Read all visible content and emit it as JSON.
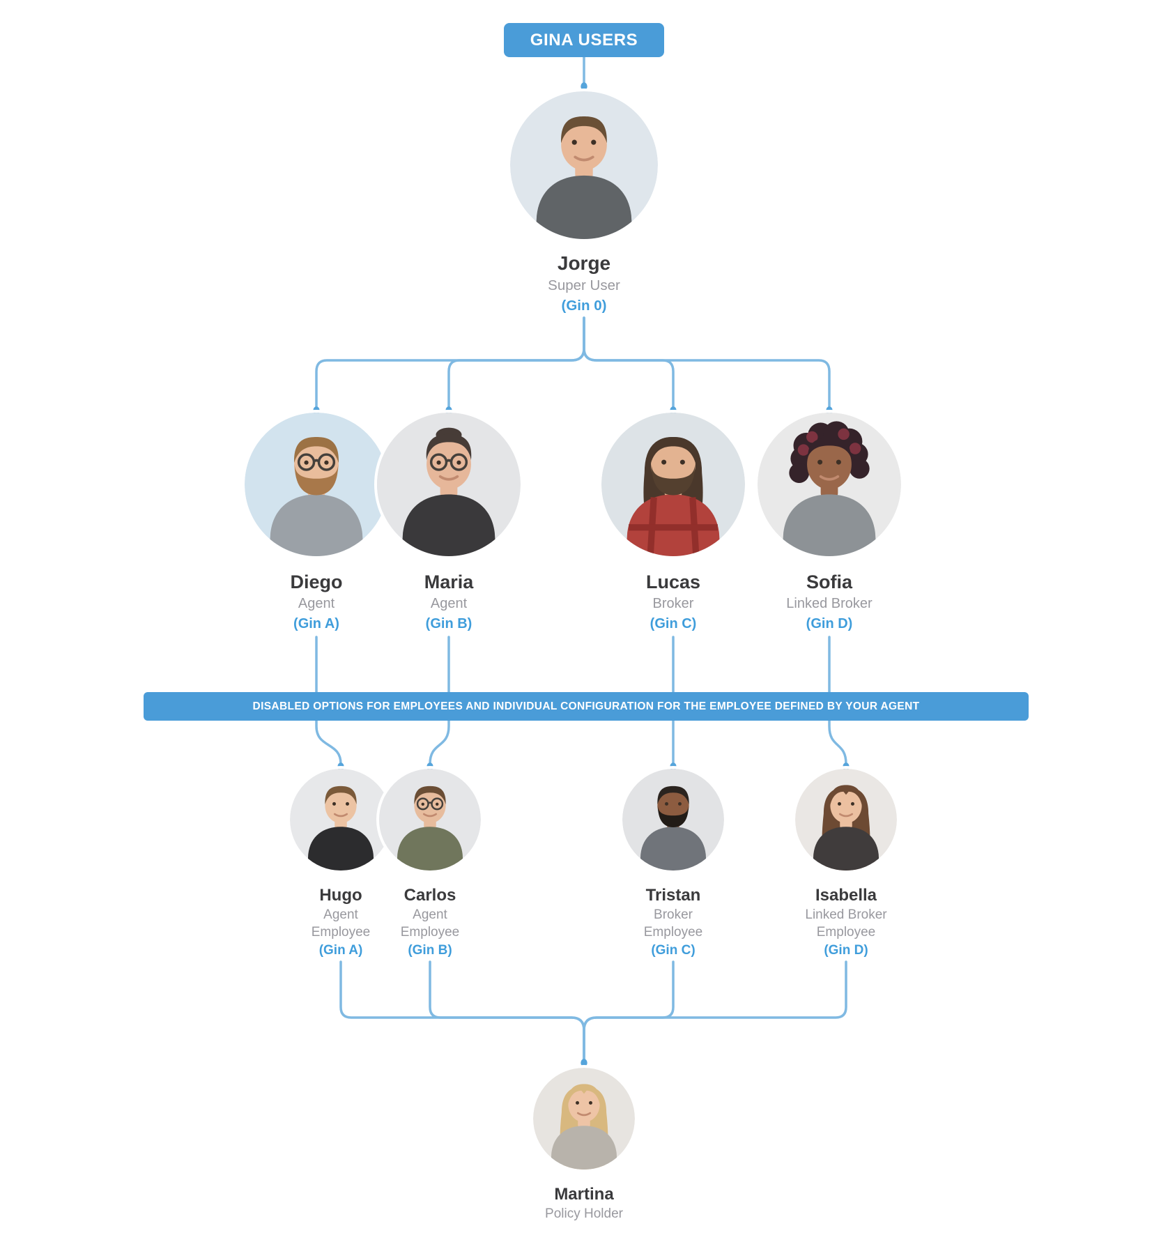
{
  "header": {
    "badge_label": "GINA USERS"
  },
  "banner": {
    "text": "DISABLED OPTIONS FOR EMPLOYEES AND INDIVIDUAL CONFIGURATION FOR THE EMPLOYEE DEFINED BY YOUR AGENT"
  },
  "colors": {
    "accent_blue": "#4a9cd8",
    "line_blue": "#7fb9e2",
    "dot_blue": "#55a4db",
    "gin_text_blue": "#3f9ddb",
    "name_text": "#3a3a3c",
    "role_text": "#98989e"
  },
  "people": {
    "jorge": {
      "name": "Jorge",
      "role": "Super User",
      "gin": "(Gin 0)",
      "avatar": {
        "bg": "#dfe6ec",
        "skin": "#e8b898",
        "hair": "#6a5036",
        "shirt": "#606467",
        "style": "short"
      }
    },
    "diego": {
      "name": "Diego",
      "role": "Agent",
      "gin": "(Gin A)",
      "avatar": {
        "bg": "#d2e3ee",
        "skin": "#e9bd9c",
        "hair": "#9c7244",
        "beard": "#a8784a",
        "glasses": true,
        "shirt": "#9ba1a7",
        "style": "short"
      }
    },
    "maria": {
      "name": "Maria",
      "role": "Agent",
      "gin": "(Gin B)",
      "avatar": {
        "bg": "#e4e5e7",
        "skin": "#e6b79a",
        "hair": "#473c37",
        "glasses": true,
        "shirt": "#3a393b",
        "style": "updo"
      }
    },
    "lucas": {
      "name": "Lucas",
      "role": "Broker",
      "gin": "(Gin C)",
      "avatar": {
        "bg": "#dde3e7",
        "skin": "#e3b391",
        "hair": "#4a382b",
        "beard": "#54402f",
        "shirt": "#b2423c",
        "pattern": "plaid",
        "style": "medium"
      }
    },
    "sofia": {
      "name": "Sofia",
      "role": "Linked Broker",
      "gin": "(Gin D)",
      "avatar": {
        "bg": "#e9e9e9",
        "skin": "#9a674a",
        "hair": "#35232a",
        "tint": "#8a3644",
        "shirt": "#8d9296",
        "style": "curly"
      }
    },
    "hugo": {
      "name": "Hugo",
      "role": "Agent\nEmployee",
      "gin": "(Gin A)",
      "avatar": {
        "bg": "#e7e8ea",
        "skin": "#ecc3a3",
        "hair": "#7b5a3a",
        "shirt": "#2c2c2e",
        "style": "short"
      }
    },
    "carlos": {
      "name": "Carlos",
      "role": "Agent\nEmployee",
      "gin": "(Gin B)",
      "avatar": {
        "bg": "#e5e6e8",
        "skin": "#e7bc9d",
        "hair": "#6b4e35",
        "glasses": true,
        "shirt": "#70765c",
        "style": "short"
      }
    },
    "tristan": {
      "name": "Tristan",
      "role": "Broker\nEmployee",
      "gin": "(Gin C)",
      "avatar": {
        "bg": "#e2e3e5",
        "skin": "#8d5c40",
        "hair": "#2b241f",
        "beard": "#221c17",
        "shirt": "#70747a",
        "style": "short"
      }
    },
    "isabella": {
      "name": "Isabella",
      "role": "Linked Broker\nEmployee",
      "gin": "(Gin D)",
      "avatar": {
        "bg": "#eae7e4",
        "skin": "#ecc0a0",
        "hair": "#6d4a33",
        "shirt": "#403c3c",
        "style": "long"
      }
    },
    "martina": {
      "name": "Martina",
      "role": "Policy Holder",
      "avatar": {
        "bg": "#e7e4e0",
        "skin": "#eec4a6",
        "hair": "#d8b87f",
        "shirt": "#b8b3ab",
        "style": "long"
      }
    }
  }
}
